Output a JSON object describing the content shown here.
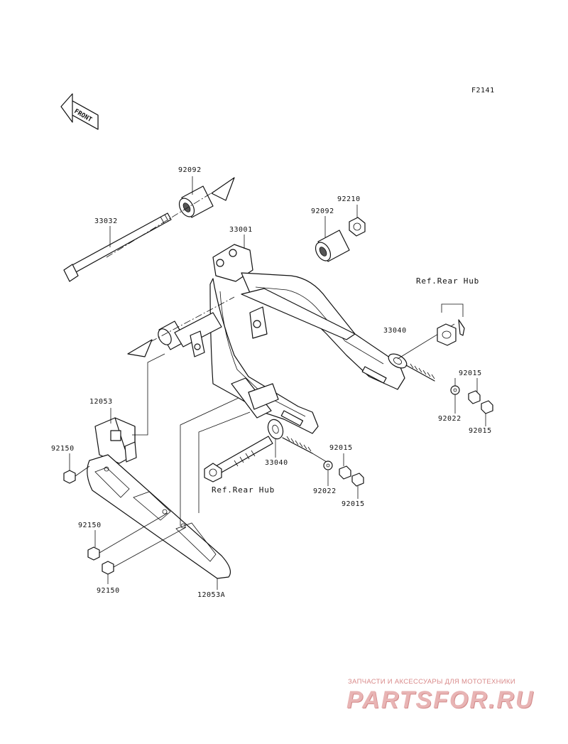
{
  "figure_code": "F2141",
  "front_arrow_label": "FRONT",
  "parts": {
    "p92092_a": "92092",
    "p33032": "33032",
    "p92210": "92210",
    "p92092_b": "92092",
    "p33001": "33001",
    "p33040_a": "33040",
    "p92015_a": "92015",
    "p92022_a": "92022",
    "p92015_b": "92015",
    "p12053": "12053",
    "p92150_a": "92150",
    "p33040_b": "33040",
    "p92015_c": "92015",
    "p92022_b": "92022",
    "p92015_d": "92015",
    "p92150_b": "92150",
    "p92150_c": "92150",
    "p12053A": "12053A"
  },
  "refs": {
    "rear_hub_top": "Ref.Rear Hub",
    "rear_hub_bottom": "Ref.Rear Hub"
  },
  "watermark": {
    "tagline": "ЗАПЧАСТИ И АКСЕССУАРЫ ДЛЯ МОТОТЕХНИКИ",
    "logo": "PARTSFOR.RU"
  }
}
